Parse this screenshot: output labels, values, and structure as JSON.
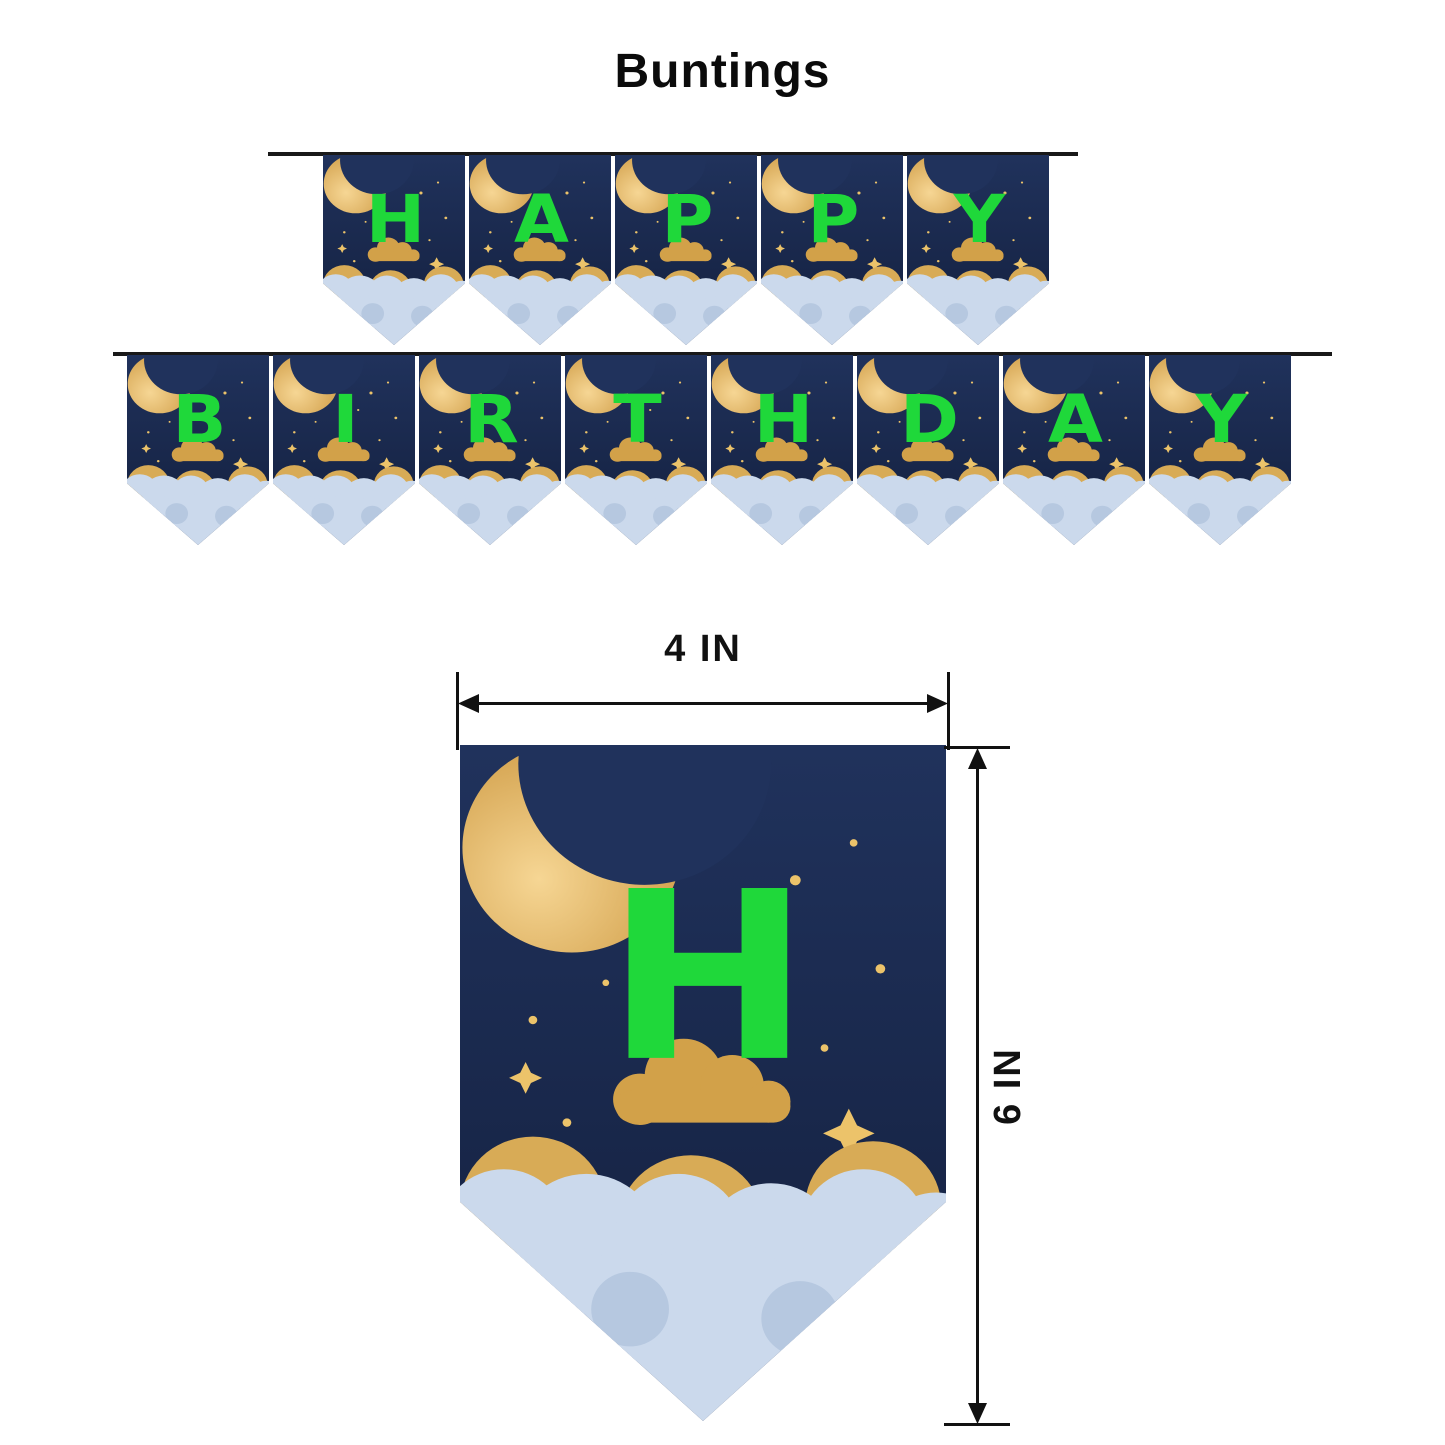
{
  "page": {
    "title": "Buntings"
  },
  "colors": {
    "background": "#ffffff",
    "flag_navy": "#20325c",
    "flag_navy_dark": "#131f3d",
    "letter_green": "#1fd83a",
    "gold": "#d2a149",
    "gold_bright": "#ecc36a",
    "cloud_blue": "#cbd9ec",
    "cloud_blue_shade": "#b6c8e0",
    "line_black": "#191919"
  },
  "bunting_rows": [
    {
      "word": "HAPPY",
      "letters": [
        "H",
        "A",
        "P",
        "P",
        "Y"
      ]
    },
    {
      "word": "BIRTHDAY",
      "letters": [
        "B",
        "I",
        "R",
        "T",
        "H",
        "D",
        "A",
        "Y"
      ]
    }
  ],
  "size_guide": {
    "letter": "H",
    "width_label": "4 IN",
    "height_label": "6 IN"
  }
}
